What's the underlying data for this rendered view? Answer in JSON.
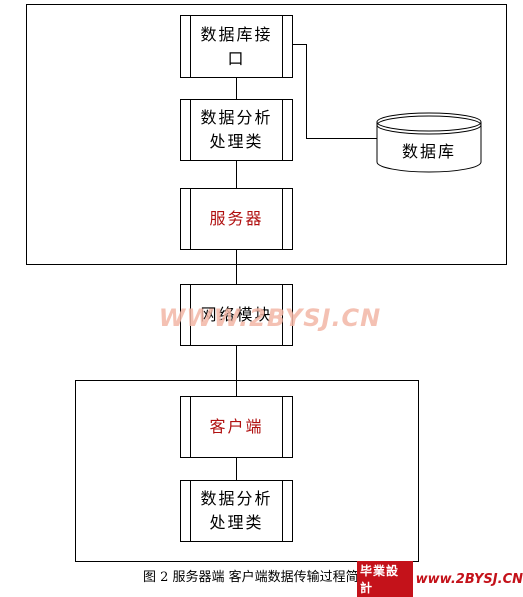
{
  "nodes": {
    "db_interface": "数据库接\n口",
    "data_analysis_server": "数据分析\n处理类",
    "server": "服务器",
    "network_module": "网络模块",
    "client": "客户端",
    "data_analysis_client": "数据分析\n处理类",
    "database": "数据库"
  },
  "watermark": "WWW.2BYSJ.CN",
  "caption": "图 2  服务器端 客户端数据传输过程简图",
  "logo": {
    "badge": "毕業設計",
    "url": "www.2BYSJ.CN"
  },
  "colors": {
    "highlight_text": "#b01010",
    "watermark": "#f3b7a6",
    "logo": "#c4121a"
  }
}
